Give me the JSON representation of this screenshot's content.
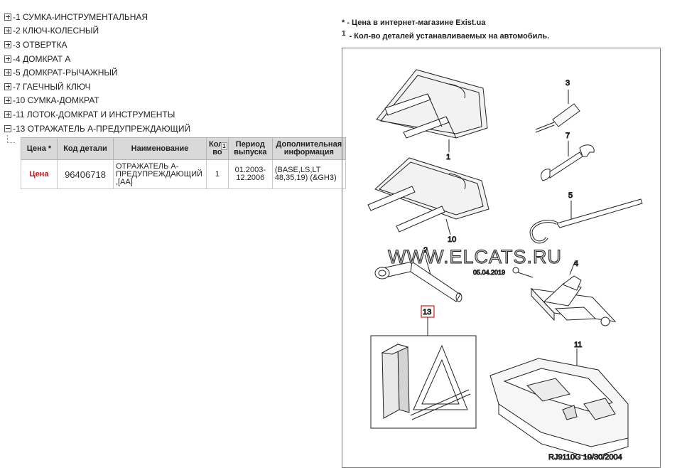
{
  "tree": [
    {
      "label": "-1 СУМКА-ИНСТРУМЕНТАЛЬНАЯ",
      "expanded": false
    },
    {
      "label": "-2 КЛЮЧ-КОЛЕСНЫЙ",
      "expanded": false
    },
    {
      "label": "-3 ОТВЕРТКА",
      "expanded": false
    },
    {
      "label": "-4 ДОМКРАТ А",
      "expanded": false
    },
    {
      "label": "-5 ДОМКРАТ-РЫЧАЖНЫЙ",
      "expanded": false
    },
    {
      "label": "-7 ГАЕЧНЫЙ КЛЮЧ",
      "expanded": false
    },
    {
      "label": "-10 СУМКА-ДОМКРАТ",
      "expanded": false
    },
    {
      "label": "-11 ЛОТОК-ДОМКРАТ И ИНСТРУМЕНТЫ",
      "expanded": false
    },
    {
      "label": "-13 ОТРАЖАТЕЛЬ А-ПРЕДУПРЕЖДАЮЩИЙ",
      "expanded": true
    }
  ],
  "table": {
    "headers": {
      "price": "Цена *",
      "code": "Код детали",
      "name": "Наименование",
      "qty": "Кол-во",
      "qty_sup": "1",
      "period": "Период выпуска",
      "info": "Дополнительная информация"
    },
    "rows": [
      {
        "price": "Цена",
        "code": "96406718",
        "name": "ОТРАЖАТЕЛЬ А-ПРЕДУПРЕЖДАЮЩИЙ ,[AA]",
        "qty": "1",
        "period": "01.2003-12.2006",
        "info": "(BASE,LS,LT 48,35,19) (&GH3)"
      }
    ]
  },
  "notes": {
    "price_note": "* - Цена в интернет-магазине Exist.ua",
    "qty_sup": "1",
    "qty_note": "- Кол-во деталей устанавливаемых на автомобиль."
  },
  "diagram": {
    "labels": {
      "l1": "1",
      "l2": "2",
      "l3": "3",
      "l4": "4",
      "l5": "5",
      "l7": "7",
      "l10": "10",
      "l11": "11",
      "l13": "13"
    },
    "watermark": "WWW.ELCATS.RU",
    "watermark_date": "05.04.2019",
    "ref_code": "RJ9110G  10/30/2004",
    "highlight_color": "#cc2222"
  }
}
